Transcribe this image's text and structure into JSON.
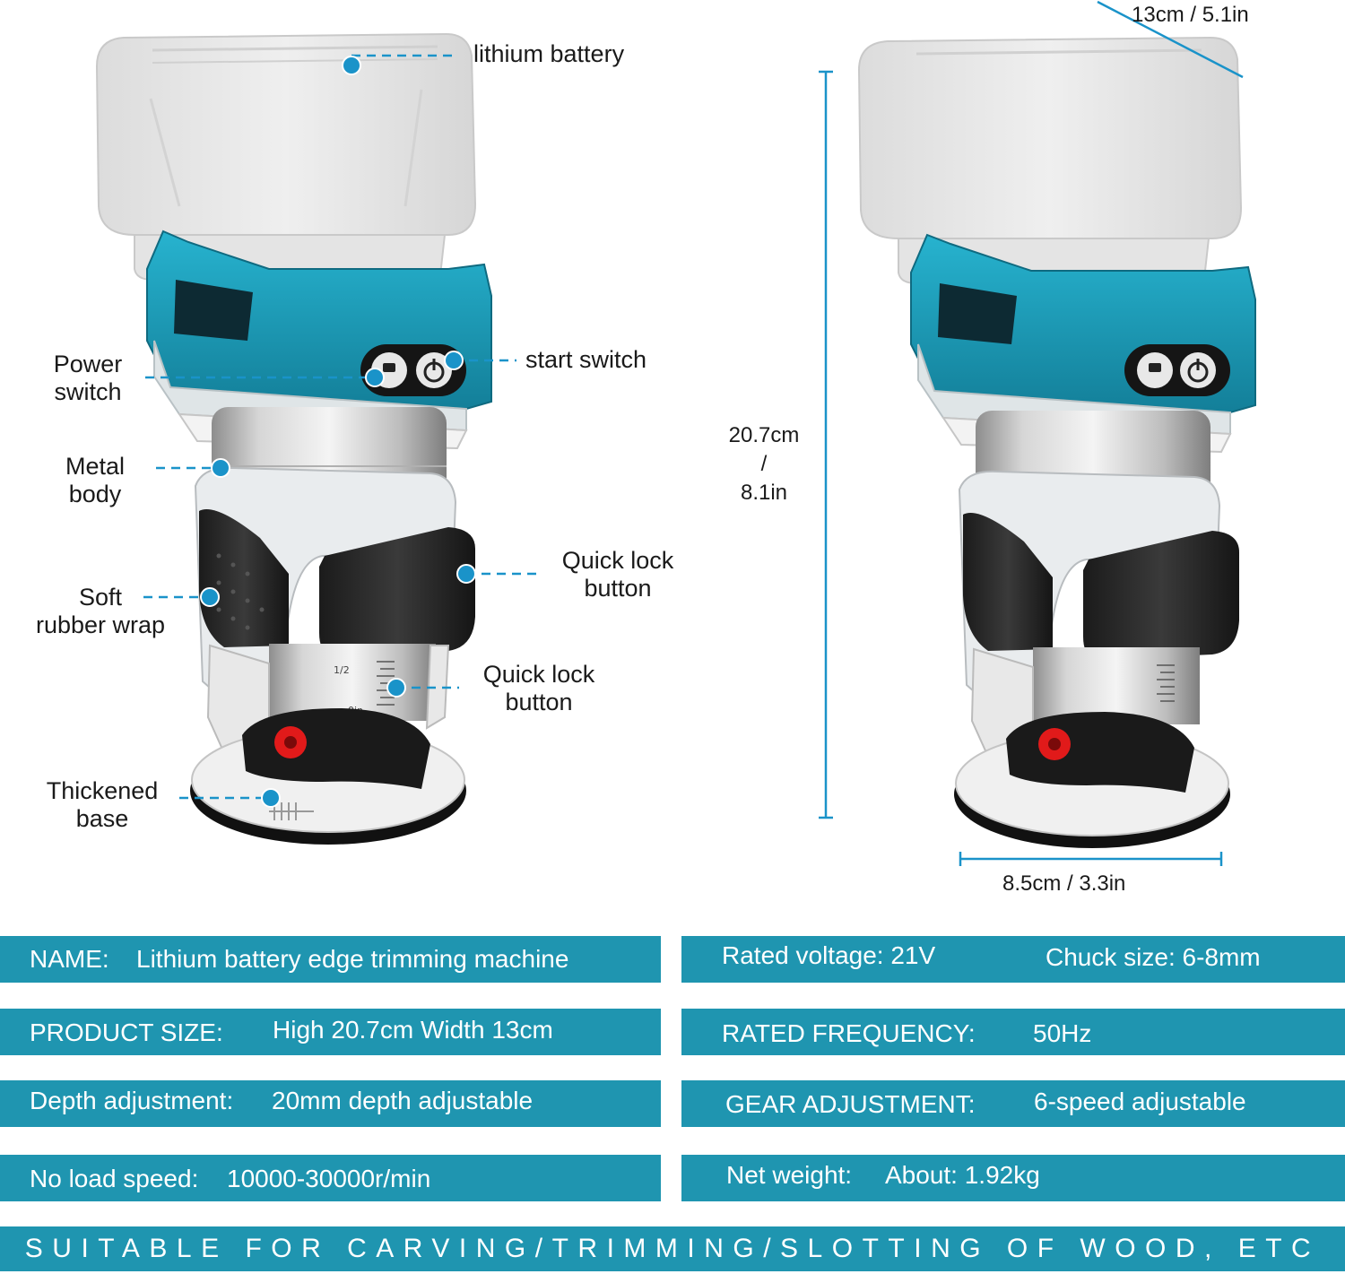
{
  "callouts": {
    "lithium_battery": "lithium battery",
    "power_switch": [
      "Power",
      "switch"
    ],
    "start_switch": "start switch",
    "metal_body": [
      "Metal",
      "body"
    ],
    "soft_rubber_wrap": [
      "Soft",
      "rubber wrap"
    ],
    "quick_lock_button_1": [
      "Quick lock",
      "button"
    ],
    "quick_lock_button_2": [
      "Quick lock",
      "button"
    ],
    "thickened_base": [
      "Thickened",
      "base"
    ]
  },
  "dimensions": {
    "depth": "13cm / 5.1in",
    "height": [
      "20.7cm",
      "/",
      "8.1in"
    ],
    "width": "8.5cm / 3.3in"
  },
  "specs": {
    "name_key": "NAME:",
    "name_val": "Lithium battery edge trimming machine",
    "voltage": "Rated voltage: 21V",
    "chuck": "Chuck size: 6-8mm",
    "size_key": "PRODUCT SIZE:",
    "size_val": "High 20.7cm Width 13cm",
    "freq_key": "RATED FREQUENCY:",
    "freq_val": "50Hz",
    "depth_key": "Depth adjustment:",
    "depth_val": "20mm depth adjustable",
    "gear_key": "GEAR ADJUSTMENT:",
    "gear_val": "6-speed adjustable",
    "speed_key": "No load speed:",
    "speed_val": "10000-30000r/min",
    "weight_key": "Net weight:",
    "weight_val": "About: 1.92kg"
  },
  "banner": "SUITABLE FOR CARVING/TRIMMING/SLOTTING OF WOOD, ETC",
  "scale_marks": [
    "1/2",
    "0in"
  ],
  "colors": {
    "accent_teal": "#1f95b0",
    "tool_teal": "#1a98b3",
    "battery_grey": "#eaeaea",
    "callout_dot": "#1a93c9",
    "depth_stop_red": "#e11a1a"
  },
  "icons": [
    "lock-icon",
    "power-icon"
  ]
}
